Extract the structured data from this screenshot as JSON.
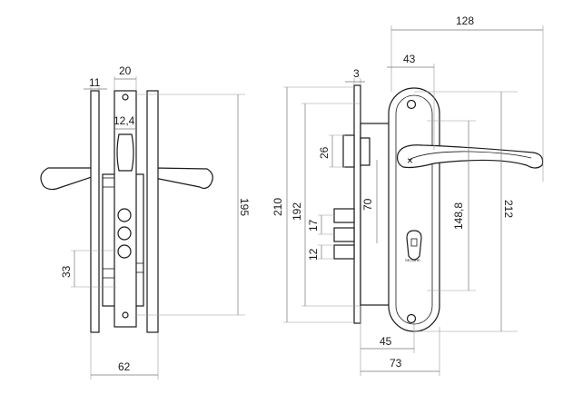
{
  "side_view": {
    "dims": {
      "width_top": "11",
      "backset_width": "20",
      "cyl_width": "12,4",
      "height": "195",
      "hole_spacing": "33",
      "total_width": "62"
    }
  },
  "front_view": {
    "dims": {
      "lever_length": "128",
      "lever_offset": "43",
      "faceplate_thk": "3",
      "cyl_height": "26",
      "total_height": "210",
      "lock_height": "192",
      "bolt_spacing_a": "17",
      "bolt_spacing_b": "12",
      "center_dist": "70",
      "plate_height": "148,8",
      "escutcheon_height": "212",
      "backset": "45",
      "plate_offset": "73"
    },
    "cylinder_mark": "SECURE"
  }
}
